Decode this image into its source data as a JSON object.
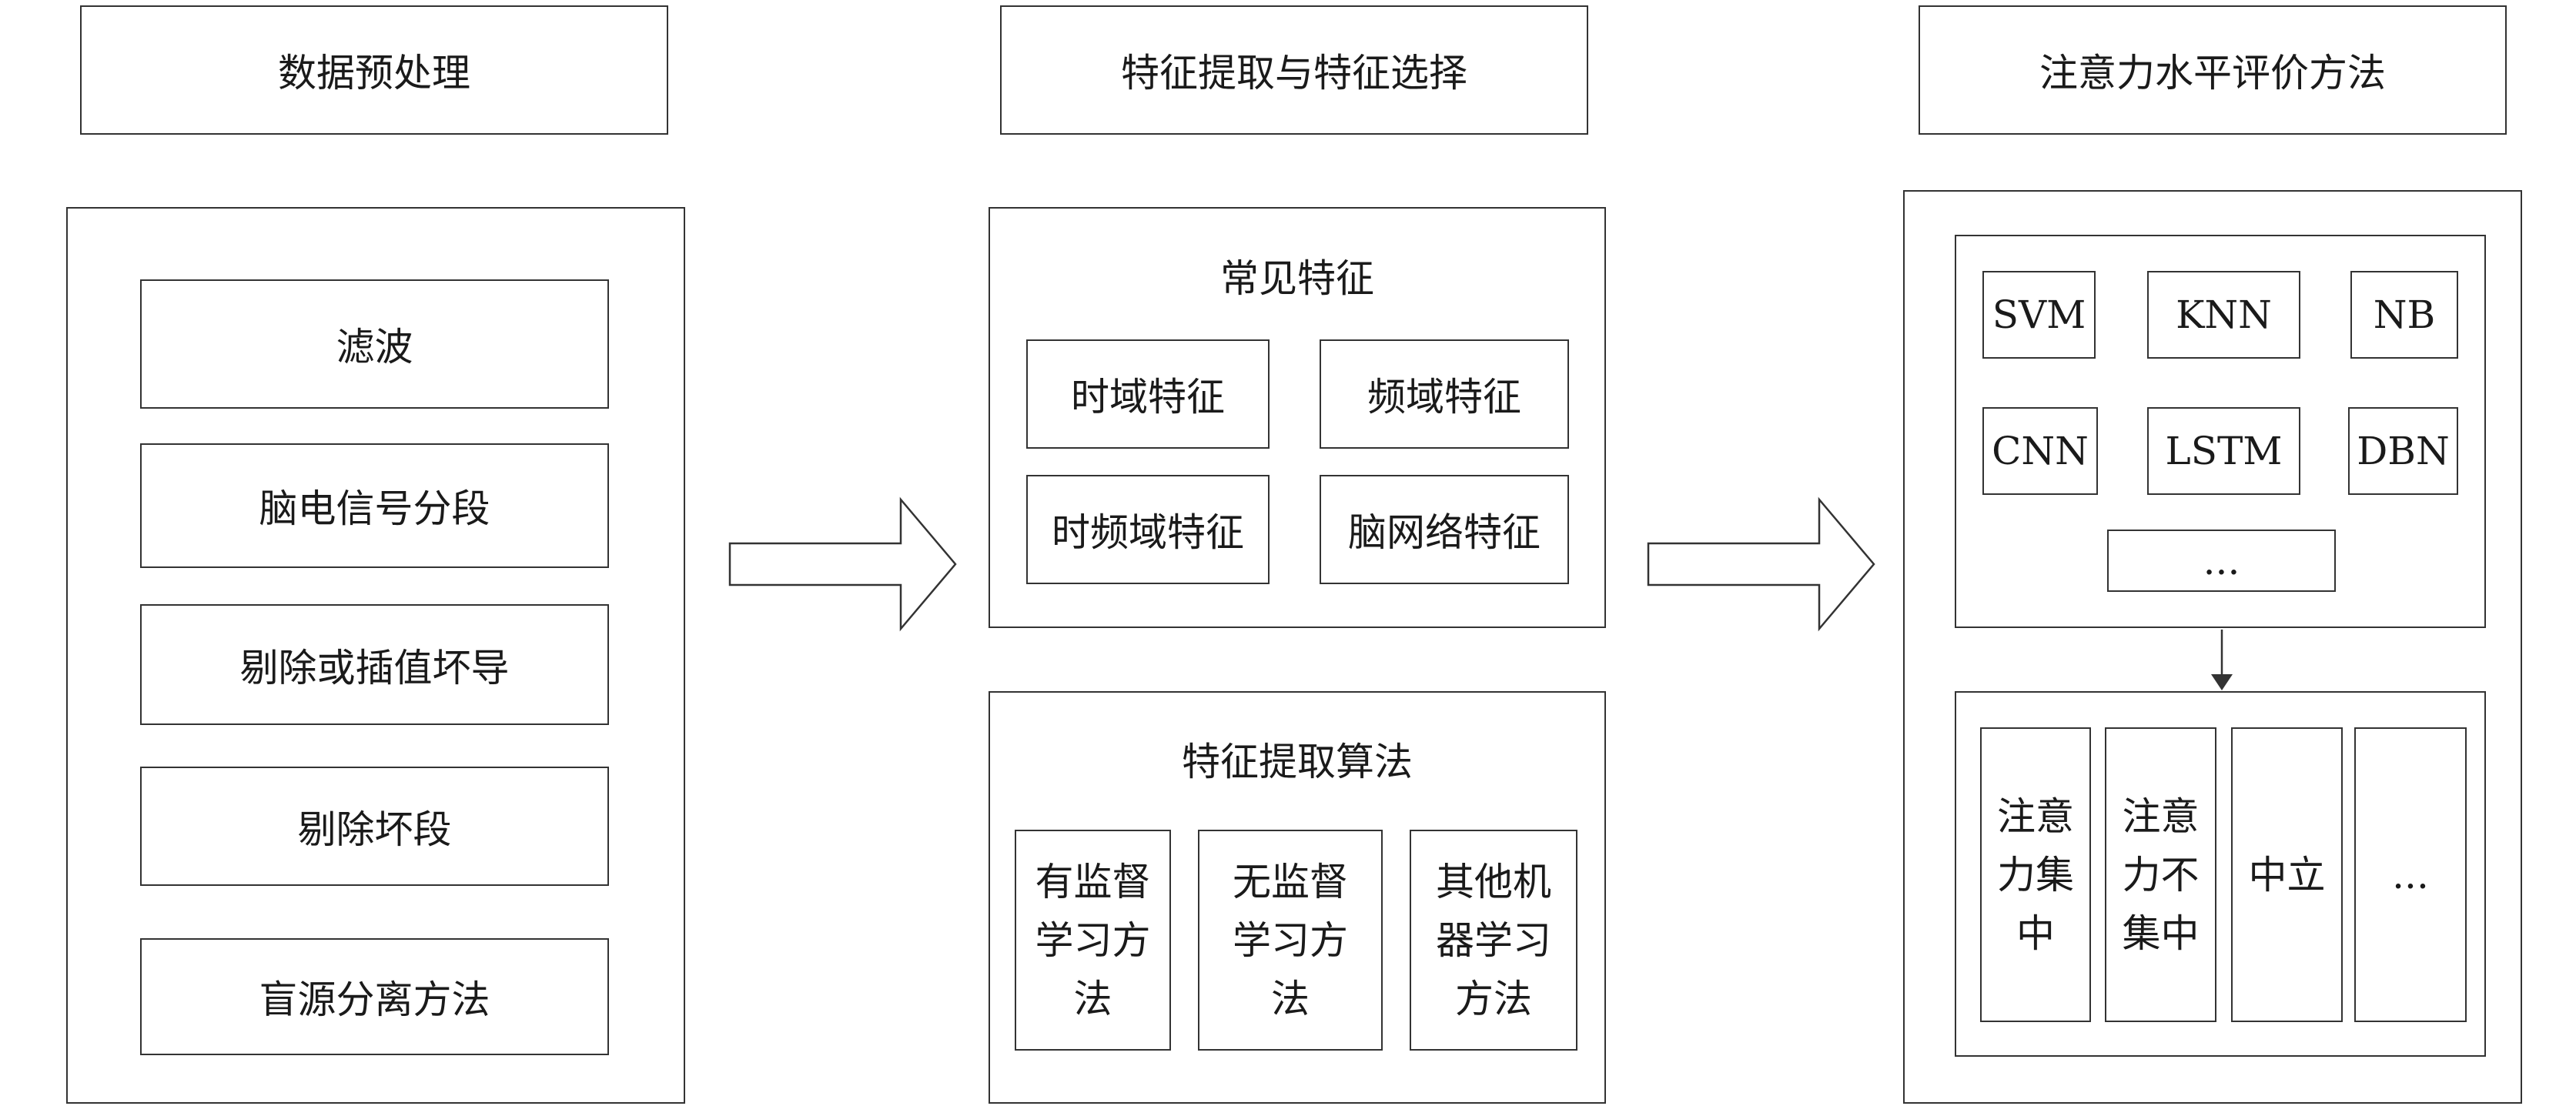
{
  "columns": {
    "preprocess": {
      "title": "数据预处理",
      "steps": [
        "滤波",
        "脑电信号分段",
        "剔除或插值坏导",
        "剔除坏段",
        "盲源分离方法"
      ]
    },
    "features": {
      "title": "特征提取与特征选择",
      "common": {
        "title": "常见特征",
        "items": [
          "时域特征",
          "频域特征",
          "时频域特征",
          "脑网络特征"
        ]
      },
      "algorithms": {
        "title": "特征提取算法",
        "items": [
          "有监督\n学习方\n法",
          "无监督\n学习方\n法",
          "其他机\n器学习\n方法"
        ]
      }
    },
    "evaluation": {
      "title": "注意力水平评价方法",
      "models": [
        "SVM",
        "KNN",
        "NB",
        "CNN",
        "LSTM",
        "DBN",
        "..."
      ],
      "levels": [
        "注意\n力集\n中",
        "注意\n力不\n集中",
        "中立",
        "..."
      ]
    }
  }
}
